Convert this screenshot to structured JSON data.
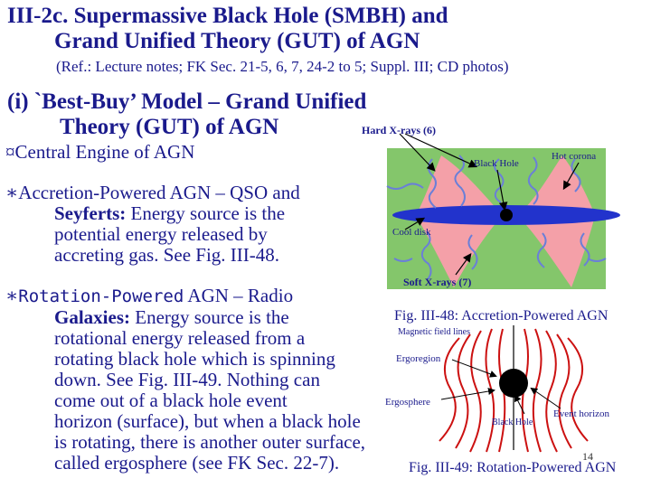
{
  "title": {
    "line1": "III-2c. Supermassive Black Hole (SMBH) and",
    "line2": "Grand Unified Theory (GUT) of AGN"
  },
  "reference": "(Ref.: Lecture notes; FK Sec. 21-5, 6, 7, 24-2 to 5; Suppl. III; CD photos)",
  "section": {
    "line1": "(i)   `Best-Buy’ Model – Grand Unified",
    "line2": "Theory (GUT) of AGN"
  },
  "bullets": {
    "central": "¤Central Engine of AGN",
    "accretion": {
      "marker": "∗",
      "head": "Accretion-Powered AGN – QSO and",
      "bold": "Seyferts:",
      "rest1": " Energy source is the",
      "line3": "potential  energy released by",
      "line4": "accreting gas. See Fig. III-48."
    },
    "rotation": {
      "marker": "∗",
      "mono": "Rotation-Powered",
      "head": " AGN – Radio",
      "bold": "Galaxies:",
      "rest1": " Energy source is the",
      "lines": [
        "rotational energy released from a",
        "rotating black hole which is spinning",
        "down. See Fig. III-49. Nothing can",
        "come out of a black hole event",
        "horizon (surface), but when a black hole",
        "is rotating, there is another outer surface,",
        "called ergosphere (see FK Sec. 22-7)."
      ]
    }
  },
  "figure48": {
    "caption": "Fig. III-48: Accretion-Powered AGN",
    "labels": {
      "hard_xrays": "Hard X-rays (6)",
      "black_hole": "Black Hole",
      "hot_corona": "Hot corona",
      "cool_disk": "Cool disk",
      "soft_xrays": "Soft X-rays (7)"
    },
    "colors": {
      "background": "#84c66b",
      "disk": "#2233cc",
      "corona": "#f4a0a8",
      "lines": "#6a7fd8"
    }
  },
  "figure49": {
    "caption": "Fig. III-49: Rotation-Powered AGN",
    "labels": {
      "magnetic_field_lines": "Magnetic field lines",
      "ergoregion": "Ergoregion",
      "ergosphere": "Ergosphere",
      "black_hole": "Black Hole",
      "event_horizon": "Event horizon"
    },
    "colors": {
      "field_lines": "#cc1111",
      "hole": "#000000"
    }
  },
  "page_number": "14"
}
